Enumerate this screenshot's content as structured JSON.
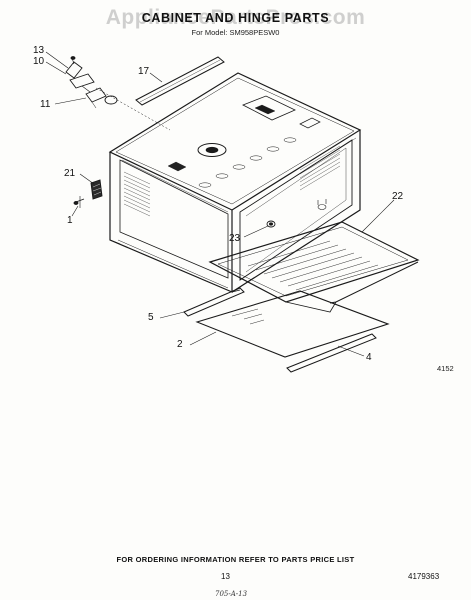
{
  "header": {
    "watermark": "AppliancePartsPros.com",
    "title": "CABINET AND HINGE PARTS",
    "subtitle": "For Model: SM958PESW0"
  },
  "callouts": [
    "13",
    "10",
    "17",
    "11",
    "21",
    "1",
    "23",
    "22",
    "5",
    "2",
    "4"
  ],
  "diagram_number": "4152",
  "footer": {
    "ordering_note": "FOR ORDERING INFORMATION REFER TO PARTS PRICE LIST",
    "page_number": "13",
    "part_list_number": "4179363",
    "handwritten_mark": "705-A-13"
  }
}
